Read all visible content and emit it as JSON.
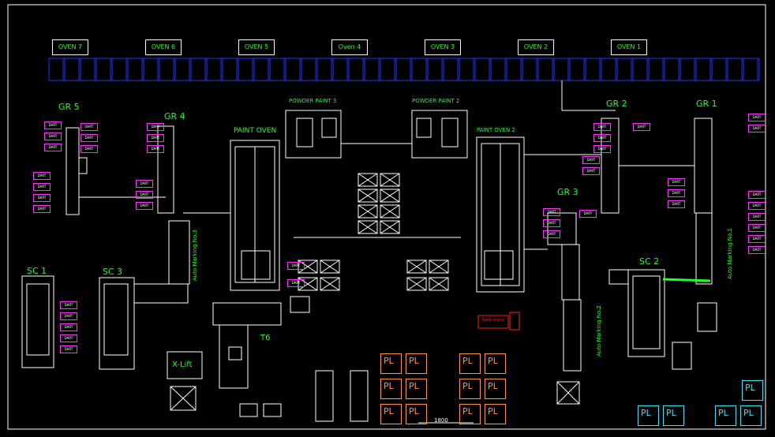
{
  "ovens": [
    {
      "key": "oven7",
      "label": "OVEN 7"
    },
    {
      "key": "oven6",
      "label": "OVEN 6"
    },
    {
      "key": "oven5",
      "label": "OVEN 5"
    },
    {
      "key": "oven4",
      "label": "Oven 4"
    },
    {
      "key": "oven3",
      "label": "OVEN 3"
    },
    {
      "key": "oven2",
      "label": "OVEN 2"
    },
    {
      "key": "oven1",
      "label": "OVEN 1"
    }
  ],
  "stations": {
    "gr5": "GR 5",
    "gr4": "GR 4",
    "gr3": "GR 3",
    "gr2": "GR 2",
    "gr1": "GR 1",
    "sc1": "SC 1",
    "sc3": "SC 3",
    "sc2": "SC 2",
    "paint_oven": "PAINT OVEN",
    "paint_oven_2": "PAINT OVEN 2",
    "powder_paint_3": "POWDER PAINT 3",
    "powder_paint_2": "POWDER PAINT 2",
    "t6": "T6",
    "x_lift": "X-Lift"
  },
  "auto_marking": {
    "no3": "Auto Marking No.3",
    "no2": "Auto Marking No.2",
    "no1": "Auto Marking No.1"
  },
  "pallet_label": "PL",
  "dart_label": "DART",
  "dim_1800": "1800",
  "hold_label": "Table stand",
  "colors": {
    "background": "#000000",
    "label_green": "#22ff22",
    "oven_blue": "#2233ff",
    "pallet_orange": "#ff9a33",
    "pallet_cyan": "#33e6ff",
    "dart_magenta": "#ff33ff",
    "line_white": "#ffffff",
    "alert_red": "#ff2020"
  }
}
